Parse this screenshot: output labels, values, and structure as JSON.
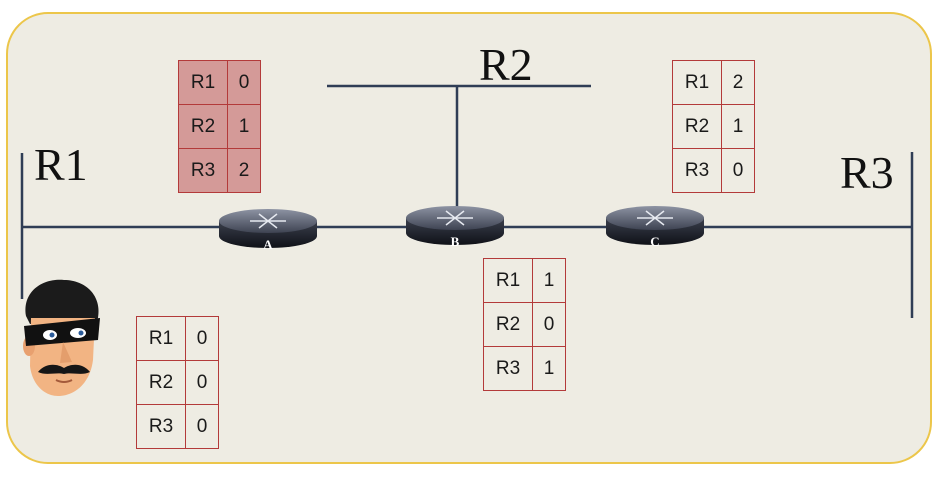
{
  "networks": {
    "r1": "R1",
    "r2": "R2",
    "r3": "R3"
  },
  "routers": [
    {
      "label": "A"
    },
    {
      "label": "B"
    },
    {
      "label": "C"
    }
  ],
  "tables": {
    "router_a": {
      "highlighted": true,
      "rows": [
        {
          "dest": "R1",
          "dist": "0"
        },
        {
          "dest": "R2",
          "dist": "1"
        },
        {
          "dest": "R3",
          "dist": "2"
        }
      ]
    },
    "router_b": {
      "highlighted": false,
      "rows": [
        {
          "dest": "R1",
          "dist": "1"
        },
        {
          "dest": "R2",
          "dist": "0"
        },
        {
          "dest": "R3",
          "dist": "1"
        }
      ]
    },
    "router_c": {
      "highlighted": false,
      "rows": [
        {
          "dest": "R1",
          "dist": "2"
        },
        {
          "dest": "R2",
          "dist": "1"
        },
        {
          "dest": "R3",
          "dist": "0"
        }
      ]
    },
    "attacker": {
      "highlighted": false,
      "rows": [
        {
          "dest": "R1",
          "dist": "0"
        },
        {
          "dest": "R2",
          "dist": "0"
        },
        {
          "dest": "R3",
          "dist": "0"
        }
      ]
    }
  },
  "colors": {
    "line": "#2f3d55",
    "table_border": "#b33a3a",
    "table_highlight": "#d49a98",
    "panel_border": "#ecc64a",
    "panel_fill": "#eeece3"
  },
  "icons": [
    "router-icon",
    "attacker-avatar-icon"
  ]
}
